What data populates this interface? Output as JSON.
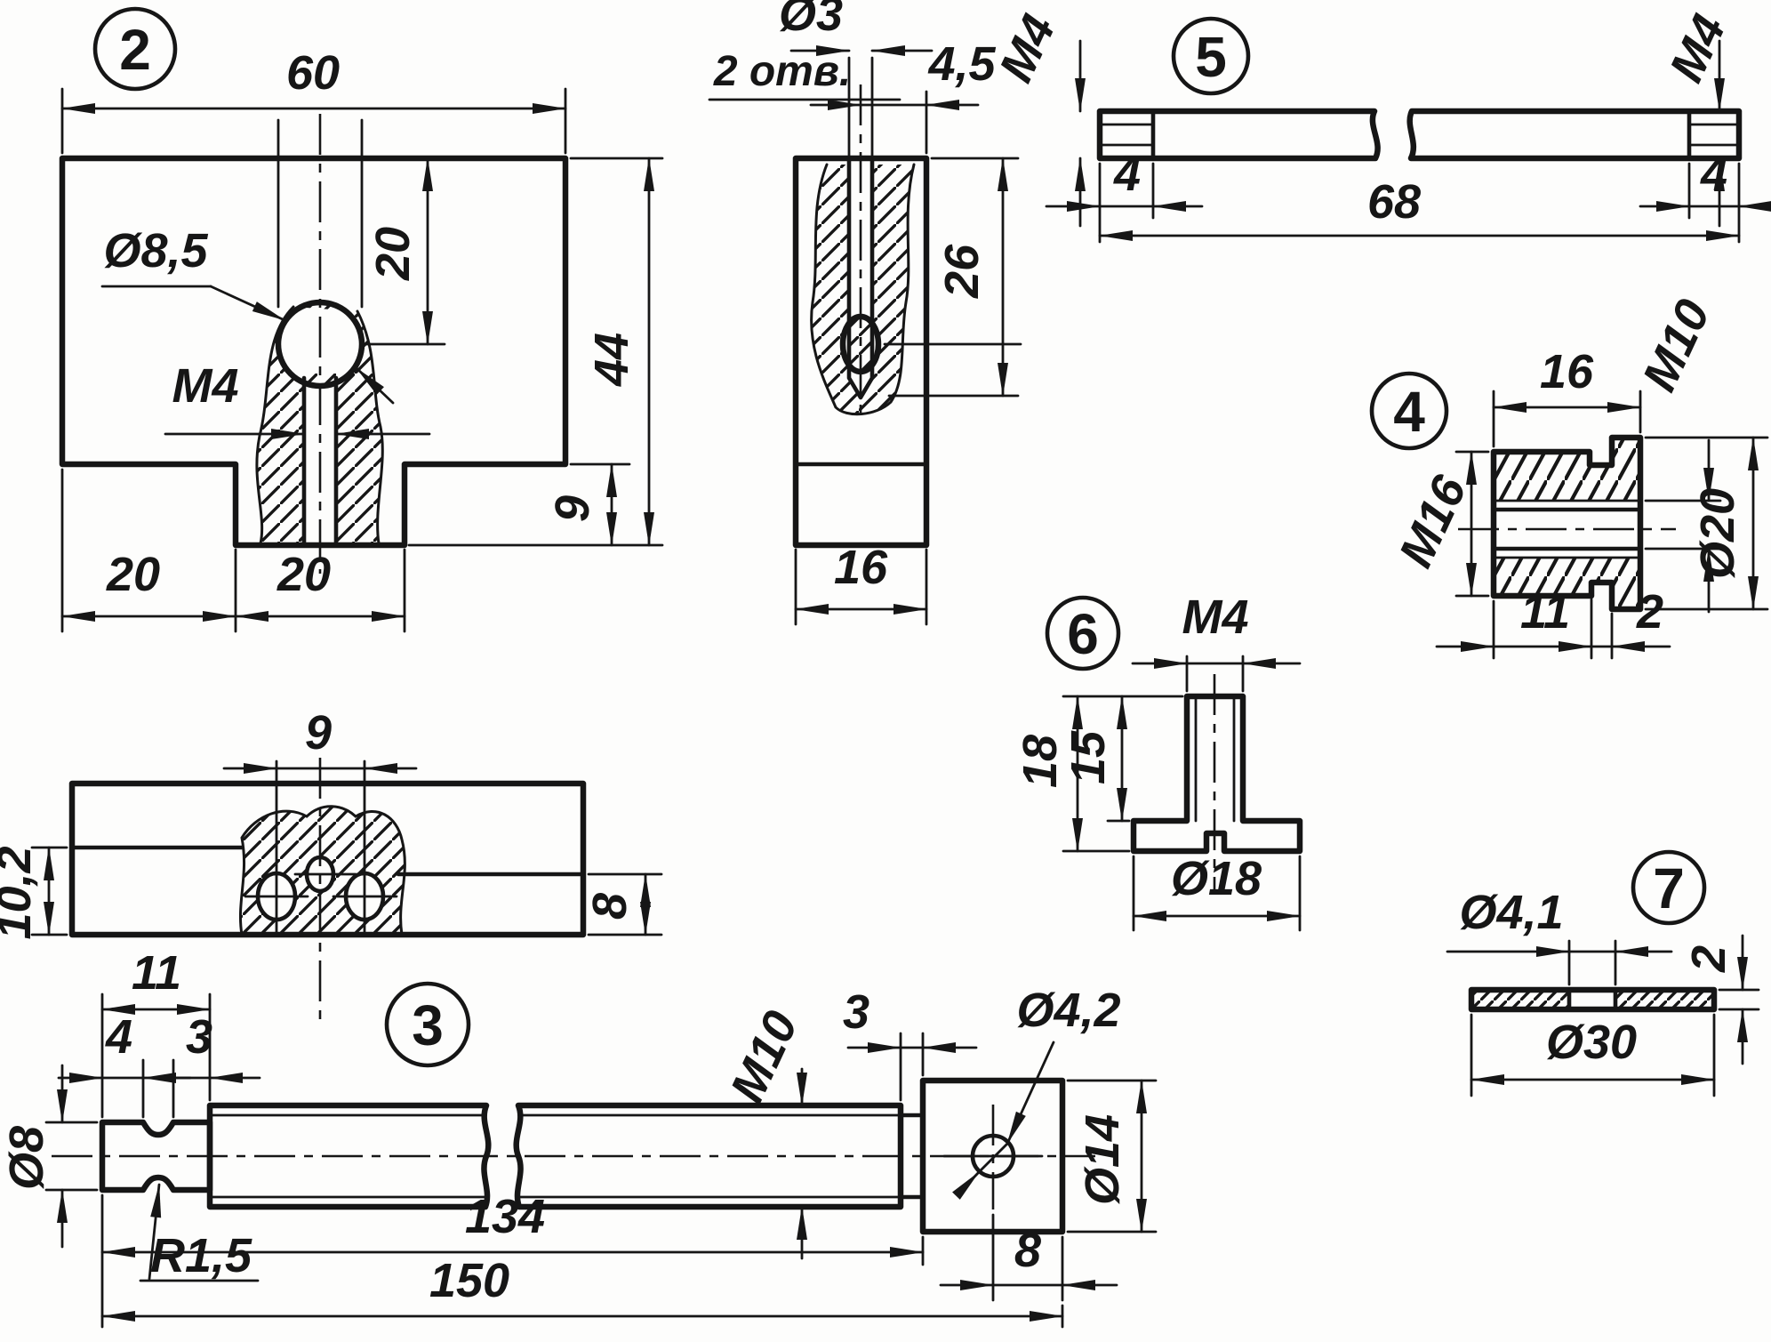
{
  "part2": {
    "balloon": "2",
    "width": "60",
    "height": "44",
    "hole_dia": "Ø8,5",
    "hole_offset": "20",
    "thread": "M4",
    "boss_height": "9",
    "boss_left": "20",
    "boss_width": "20"
  },
  "part2_side": {
    "hole_dia": "Ø3",
    "holes_note": "2 отв.",
    "edge_offset": "4,5",
    "hole_depth": "26",
    "thickness": "16"
  },
  "plan_view": {
    "hole_spacing": "9",
    "left_depth": "10,2",
    "right_depth": "8"
  },
  "part3": {
    "balloon": "3",
    "head_len": "11",
    "head_flat": "4",
    "groove_w": "3",
    "head_dia": "Ø8",
    "groove_r": "R1,5",
    "thread": "M10",
    "neck": "3",
    "cross_hole": "Ø4,2",
    "block_dia": "Ø14",
    "hole_offset": "8",
    "len_to_block": "134",
    "total_len": "150"
  },
  "part4": {
    "balloon": "4",
    "length": "16",
    "int_thread": "M10",
    "ext_thread": "M16",
    "flange_dia": "Ø20",
    "body_len": "11",
    "slot": "2"
  },
  "part5": {
    "balloon": "5",
    "thread_left": "M4",
    "thread_right": "M4",
    "thread_len_left": "4",
    "thread_len_right": "4",
    "length": "68"
  },
  "part6": {
    "balloon": "6",
    "thread": "M4",
    "total_h": "18",
    "stem_h": "15",
    "flange_dia": "Ø18"
  },
  "part7": {
    "balloon": "7",
    "hole": "Ø4,1",
    "thickness": "2",
    "dia": "Ø30"
  }
}
